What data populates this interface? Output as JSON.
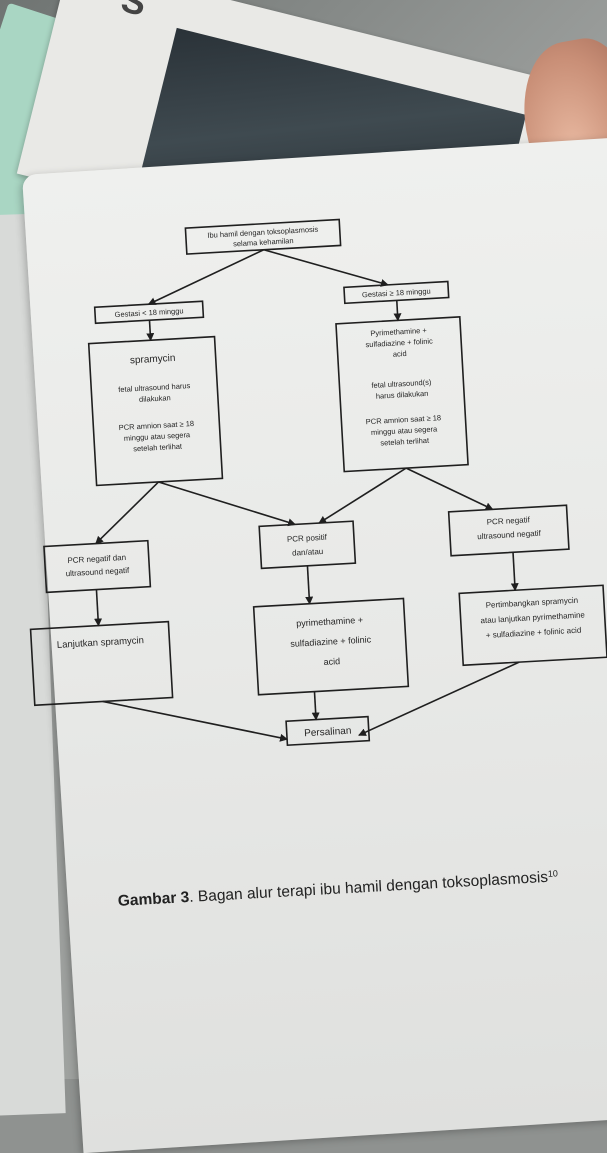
{
  "magazine": {
    "cover_text": "S"
  },
  "flowchart": {
    "start": [
      "Ibu hamil dengan toksoplasmosis",
      "selama kehamilan"
    ],
    "branch_left": [
      "Gestasi < 18 minggu"
    ],
    "branch_right": [
      "Gestasi ≥ 18 minggu"
    ],
    "therapy_left_drug": [
      "spramycin"
    ],
    "therapy_left_ultrasound": [
      "fetal ultrasound harus",
      "dilakukan"
    ],
    "therapy_left_pcr": [
      "PCR amnion  saat ≥ 18",
      "minggu atau segera",
      "setelah terlihat"
    ],
    "therapy_right_drug": [
      "Pyrimethamine +",
      "sulfadiazine + folinic",
      "acid"
    ],
    "therapy_right_ultrasound": [
      "fetal ultrasound(s)",
      "harus dilakukan"
    ],
    "therapy_right_pcr": [
      "PCR amnion saat ≥ 18",
      "minggu atau segera",
      "setelah terlihat"
    ],
    "result_negative_left": [
      "PCR negatif dan",
      "ultrasound negatif"
    ],
    "result_positive": [
      "PCR positif",
      "dan/atau"
    ],
    "result_negative_right": [
      "PCR negatif",
      "ultrasound negatif"
    ],
    "outcome_left": [
      "Lanjutkan spramycin"
    ],
    "outcome_middle": [
      "pyrimethamine +",
      "sulfadiazine  + folinic",
      "acid"
    ],
    "outcome_right": [
      "Pertimbangkan  spramycin",
      "atau lanjutkan pyrimethamine",
      "+ sulfadiazine + folinic acid"
    ],
    "end": [
      "Persalinan"
    ]
  },
  "caption": {
    "label": "Gambar 3",
    "text": ". Bagan alur terapi ibu hamil dengan toksoplasmosis",
    "superscript": "10"
  }
}
